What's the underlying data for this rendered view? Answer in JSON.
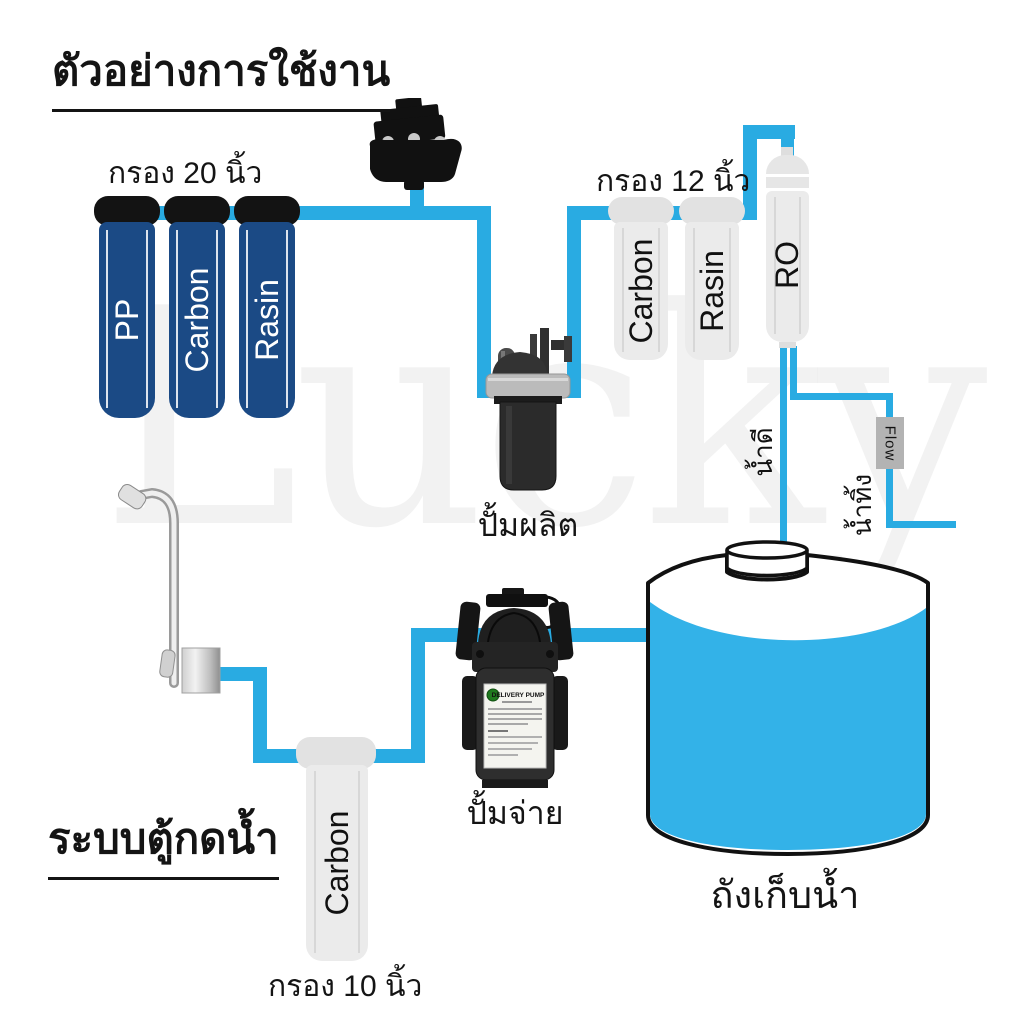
{
  "diagram": {
    "title_top": "ตัวอย่างการใช้งาน",
    "title_bottom": "ระบบตู้กดน้ำ",
    "watermark": "Lucky"
  },
  "stage20": {
    "caption": "กรอง 20 นิ้ว",
    "filters": [
      "PP",
      "Carbon",
      "Rasin"
    ]
  },
  "stage12": {
    "caption": "กรอง 12 นิ้ว",
    "filters": [
      "Carbon",
      "Rasin"
    ]
  },
  "stage10": {
    "caption": "กรอง 10 นิ้ว",
    "filter": "Carbon"
  },
  "membrane": {
    "label": "RO"
  },
  "pumps": {
    "production": "ปั้มผลิต",
    "delivery": "ปั้มจ่าย",
    "delivery_plate": "DELIVERY PUMP"
  },
  "tank": {
    "label": "ถังเก็บน้ำ"
  },
  "water_lines": {
    "good": "น้ำดี",
    "waste": "น้ำทิ้ง",
    "flow_restrictor": "Flow"
  },
  "colors": {
    "pipe": "#29abe2",
    "tank_water": "#33b2e8",
    "navy_filter": "#1b4a85",
    "light_filter": "#ebebeb",
    "light_cap": "#e2e2e2",
    "flow_box": "#b3b3b3",
    "ink": "#111111"
  }
}
